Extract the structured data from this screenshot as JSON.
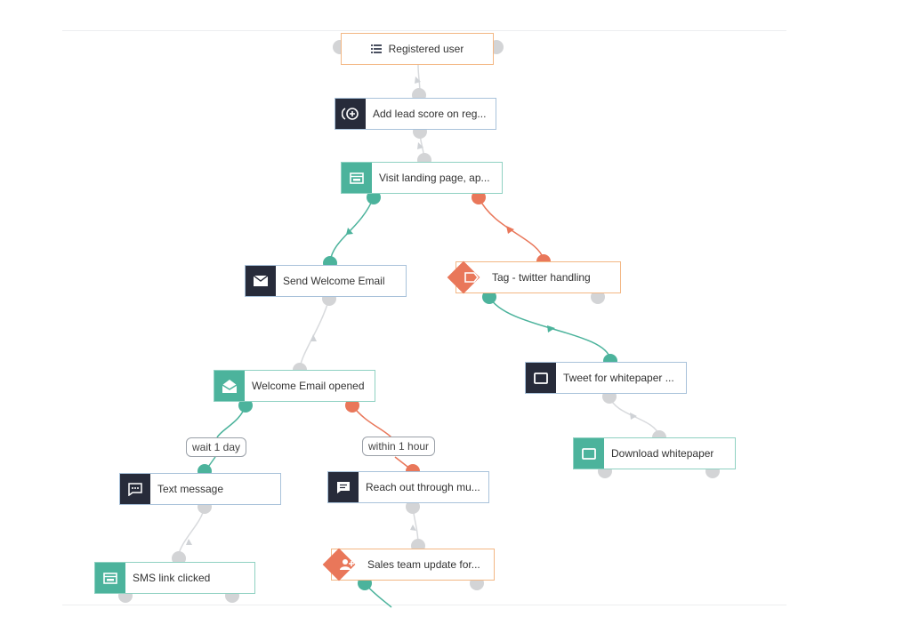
{
  "workflow": {
    "nodes": {
      "registered_user": {
        "label": "Registered user",
        "icon": "list-icon"
      },
      "add_lead_score": {
        "label": "Add lead score on reg...",
        "icon": "lead-score-icon"
      },
      "visit_landing": {
        "label": "Visit landing page, ap...",
        "icon": "landing-page-icon"
      },
      "send_welcome": {
        "label": "Send Welcome Email",
        "icon": "envelope-icon"
      },
      "tag_twitter": {
        "label": "Tag - twitter handling",
        "icon": "tag-icon"
      },
      "welcome_opened": {
        "label": "Welcome Email opened",
        "icon": "open-envelope-icon"
      },
      "tweet": {
        "label": "Tweet for whitepaper ...",
        "icon": "tweet-icon"
      },
      "download": {
        "label": "Download whitepaper",
        "icon": "download-icon"
      },
      "text_message": {
        "label": "Text message",
        "icon": "sms-icon"
      },
      "reach_out": {
        "label": "Reach out through mu...",
        "icon": "chat-icon"
      },
      "sms_clicked": {
        "label": "SMS link clicked",
        "icon": "landing-page-icon"
      },
      "sales_update": {
        "label": "Sales team update for...",
        "icon": "add-user-icon"
      }
    },
    "waits": {
      "wait_1_day": "wait 1 day",
      "within_1_hour": "within 1 hour"
    },
    "colors": {
      "dark": "#272b3a",
      "teal": "#4cb39c",
      "orange": "#e9775a",
      "grey": "#d3d4d6"
    }
  }
}
